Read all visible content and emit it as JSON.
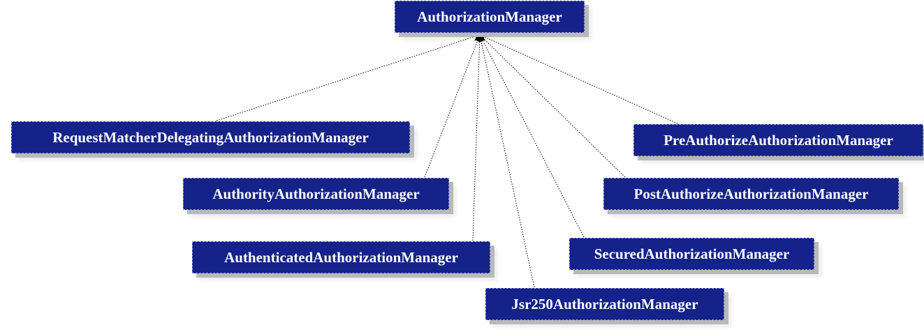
{
  "diagram": {
    "root": {
      "label": "AuthorizationManager"
    },
    "implementations": [
      {
        "id": "request",
        "label": "RequestMatcherDelegatingAuthorizationManager"
      },
      {
        "id": "pre",
        "label": "PreAuthorizeAuthorizationManager"
      },
      {
        "id": "authority",
        "label": "AuthorityAuthorizationManager"
      },
      {
        "id": "post",
        "label": "PostAuthorizeAuthorizationManager"
      },
      {
        "id": "secured",
        "label": "SecuredAuthorizationManager"
      },
      {
        "id": "authn",
        "label": "AuthenticatedAuthorizationManager"
      },
      {
        "id": "jsr",
        "label": "Jsr250AuthorizationManager"
      }
    ],
    "relationship": "implements",
    "colors": {
      "node_fill": "#14228a",
      "node_text": "#ffffff",
      "edge": "#000000",
      "shadow": "#b9b9b9"
    }
  }
}
